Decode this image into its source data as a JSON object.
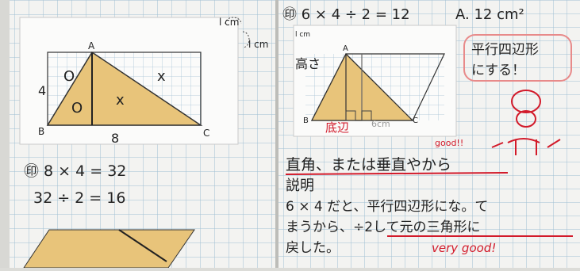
{
  "left_page": {
    "unit_label_top": "l cm",
    "unit_label_side": "l cm",
    "vertex_a": "A",
    "vertex_b": "B",
    "vertex_c": "C",
    "height_label": "4",
    "base_label": "8",
    "mark_o_top": "O",
    "mark_o_bottom": "O",
    "mark_x_top": "x",
    "mark_x_middle": "x",
    "work_line_1": "㊞ 8 × 4 = 32",
    "work_line_2": "32 ÷ 2 = 16"
  },
  "right_page": {
    "header_formula": "㊞ 6 × 4 ÷ 2 = 12",
    "header_answer": "A. 12 cm²",
    "unit_label": "l cm",
    "vertex_a": "A",
    "vertex_b": "B",
    "vertex_c": "C",
    "height_label": "高さ",
    "base_label": "底辺",
    "base_note": "6cm",
    "callout_line_1": "平行四辺形",
    "callout_line_2": "にする！",
    "good_note": "good!!",
    "reason_line": "直角、または垂直やから",
    "explanation_title": "説明",
    "explanation_line_1": "6 × 4 だと、平行四辺形にな。て",
    "explanation_line_2": "まうから、÷2して元の三角形に",
    "explanation_line_3": "戻した。",
    "very_good": "very good!"
  },
  "colors": {
    "paper": "#f4f4f2",
    "grid": "#8fb3c9",
    "shade": "#e8c47a",
    "ink": "#2a2a2a",
    "red": "#d21a2a",
    "callout_border": "#e88a8a"
  }
}
